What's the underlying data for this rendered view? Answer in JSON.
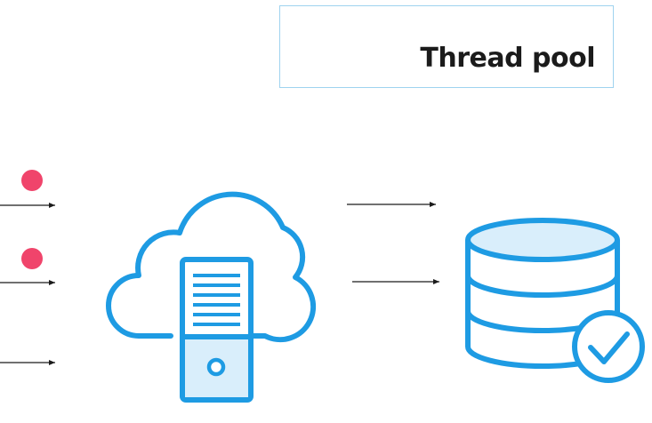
{
  "thread_pool": {
    "label": "Thread pool"
  },
  "colors": {
    "accent": "#1e9be3",
    "accent_fill": "#d9eefb",
    "request_dot": "#f0446b",
    "box_border": "#9fd3ef",
    "arrow": "#1b1b1b"
  },
  "icons": {
    "incoming_requests": [
      "red-dot",
      "red-dot",
      "none"
    ],
    "server": "cloud-server-icon",
    "database": "database-check-icon"
  }
}
